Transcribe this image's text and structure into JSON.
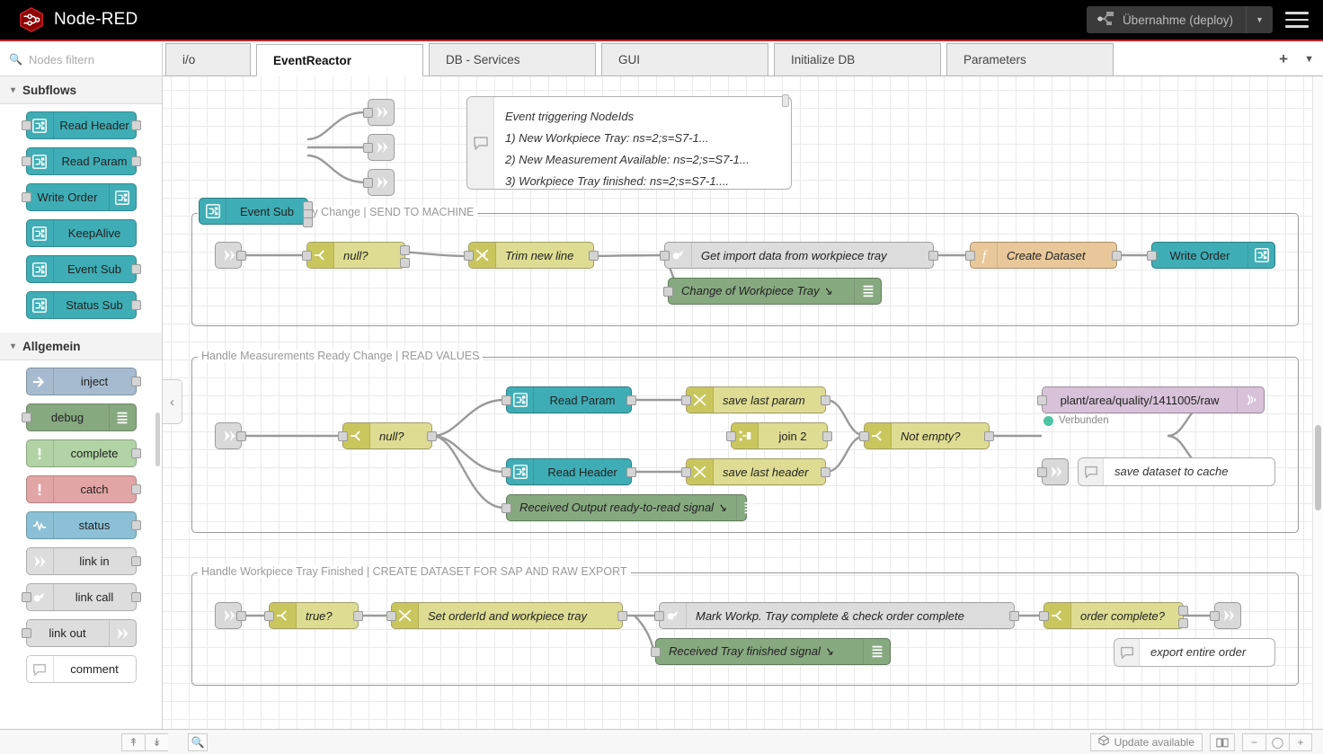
{
  "header": {
    "brand": "Node-RED",
    "logo_icon": "node-red-logo-icon",
    "deploy_label": "Übernahme (deploy)",
    "deploy_icon": "deploy-icon",
    "deploy_caret_icon": "chevron-down-icon",
    "menu_icon": "hamburger-menu-icon"
  },
  "palette": {
    "search_placeholder": "Nodes filtern",
    "search_icon": "search-icon",
    "categories": [
      {
        "name": "Subflows",
        "chevron_icon": "chevron-down-icon",
        "nodes": [
          {
            "label": "Read Header",
            "icon": "subflow-icon",
            "color": "#3FADB5",
            "icon_side": "left",
            "in": true,
            "out": true
          },
          {
            "label": "Read Param",
            "icon": "subflow-icon",
            "color": "#3FADB5",
            "icon_side": "left",
            "in": true,
            "out": true
          },
          {
            "label": "Write Order",
            "icon": "subflow-icon",
            "color": "#3FADB5",
            "icon_side": "right",
            "in": true,
            "out": false
          },
          {
            "label": "KeepAlive",
            "icon": "subflow-icon",
            "color": "#3FADB5",
            "icon_side": "left",
            "in": false,
            "out": false
          },
          {
            "label": "Event Sub",
            "icon": "subflow-icon",
            "color": "#3FADB5",
            "icon_side": "left",
            "in": false,
            "out": true
          },
          {
            "label": "Status Sub",
            "icon": "subflow-icon",
            "color": "#3FADB5",
            "icon_side": "left",
            "in": false,
            "out": true
          }
        ]
      },
      {
        "name": "Allgemein",
        "chevron_icon": "chevron-down-icon",
        "nodes": [
          {
            "label": "inject",
            "icon": "inject-arrow-icon",
            "color": "#A6BBCF",
            "icon_side": "left",
            "in": false,
            "out": true
          },
          {
            "label": "debug",
            "icon": "debug-lines-icon",
            "color": "#87A980",
            "icon_side": "right",
            "in": true,
            "out": false
          },
          {
            "label": "complete",
            "icon": "exclamation-icon",
            "color": "#B1D3A5",
            "icon_side": "left",
            "in": false,
            "out": true
          },
          {
            "label": "catch",
            "icon": "exclamation-icon",
            "color": "#E2A5A5",
            "icon_side": "left",
            "in": false,
            "out": true
          },
          {
            "label": "status",
            "icon": "pulse-icon",
            "color": "#8BC0D6",
            "icon_side": "left",
            "in": false,
            "out": true
          },
          {
            "label": "link in",
            "icon": "link-icon",
            "color": "#DDDDDD",
            "icon_side": "left",
            "in": false,
            "out": true
          },
          {
            "label": "link call",
            "icon": "link-call-icon",
            "color": "#DDDDDD",
            "icon_side": "left",
            "in": true,
            "out": true
          },
          {
            "label": "link out",
            "icon": "link-icon",
            "color": "#DDDDDD",
            "icon_side": "right",
            "in": true,
            "out": false
          },
          {
            "label": "comment",
            "icon": "comment-icon",
            "color": "#FFFFFF",
            "icon_side": "left",
            "in": false,
            "out": false
          }
        ]
      }
    ]
  },
  "tabs": {
    "items": [
      {
        "label": "i/o",
        "active": false
      },
      {
        "label": "EventReactor",
        "active": true
      },
      {
        "label": "DB - Services",
        "active": false
      },
      {
        "label": "GUI",
        "active": false
      },
      {
        "label": "Initialize DB",
        "active": false
      },
      {
        "label": "Parameters",
        "active": false
      }
    ],
    "add_icon": "plus-icon",
    "more_icon": "chevron-down-icon"
  },
  "canvas": {
    "collapse_icon": "chevron-left-icon",
    "event_sub_node": {
      "label": "Event Sub",
      "icon": "subflow-icon"
    },
    "comment_top": {
      "icon": "comment-icon",
      "lines": [
        "Event triggering NodeIds",
        "1) New Workpiece Tray: ns=2;s=S7-1...",
        "2) New Measurement Available: ns=2;s=S7-1...",
        "3) Workpiece Tray finished: ns=2;s=S7-1...."
      ]
    },
    "groups": [
      {
        "title": "Handle Workpiece Tray Change | SEND TO MACHINE",
        "nodes": [
          {
            "label": "null?",
            "icon": "switch-icon",
            "type": "switch"
          },
          {
            "label": "Trim new line",
            "icon": "change-icon",
            "type": "change"
          },
          {
            "label": "Get import data from workpiece tray",
            "icon": "link-call-icon",
            "type": "link-call"
          },
          {
            "label": "Create Dataset",
            "icon": "function-icon",
            "type": "function"
          },
          {
            "label": "Write Order",
            "icon": "subflow-icon",
            "type": "subflow"
          },
          {
            "label": "Change of Workpiece Tray",
            "icon": "debug-lines-icon",
            "type": "debug"
          }
        ]
      },
      {
        "title": "Handle Measurements Ready Change | READ VALUES",
        "nodes": [
          {
            "label": "null?",
            "icon": "switch-icon",
            "type": "switch"
          },
          {
            "label": "Read Param",
            "icon": "subflow-icon",
            "type": "subflow"
          },
          {
            "label": "Read Header",
            "icon": "subflow-icon",
            "type": "subflow"
          },
          {
            "label": "save last param",
            "icon": "change-icon",
            "type": "change"
          },
          {
            "label": "save last header",
            "icon": "change-icon",
            "type": "change"
          },
          {
            "label": "join 2",
            "icon": "join-icon",
            "type": "join"
          },
          {
            "label": "Not empty?",
            "icon": "switch-icon",
            "type": "switch"
          },
          {
            "label": "plant/area/quality/1411005/raw",
            "icon": "mqtt-icon",
            "type": "mqtt-out",
            "status": "Verbunden",
            "status_color": "#4ec2a2"
          },
          {
            "label": "save dataset to cache",
            "icon": "comment-icon",
            "type": "comment"
          },
          {
            "label": "Received Output ready-to-read signal",
            "icon": "debug-lines-icon",
            "type": "debug"
          }
        ]
      },
      {
        "title": "Handle Workpiece Tray Finished | CREATE DATASET FOR SAP AND RAW EXPORT",
        "nodes": [
          {
            "label": "true?",
            "icon": "switch-icon",
            "type": "switch"
          },
          {
            "label": "Set orderId and workpiece tray",
            "icon": "change-icon",
            "type": "change"
          },
          {
            "label": "Mark Workp. Tray complete & check order complete",
            "icon": "link-call-icon",
            "type": "link-call"
          },
          {
            "label": "order complete?",
            "icon": "switch-icon",
            "type": "switch"
          },
          {
            "label": "Received Tray finished signal",
            "icon": "debug-lines-icon",
            "type": "debug"
          },
          {
            "label": "export entire order",
            "icon": "comment-icon",
            "type": "comment"
          }
        ]
      }
    ]
  },
  "footer": {
    "collapse_up_icon": "double-chevron-up-icon",
    "collapse_down_icon": "double-chevron-down-icon",
    "search_icon": "search-icon",
    "update_label": "Update available",
    "update_icon": "cube-icon",
    "book_icon": "book-icon",
    "zoom_out_icon": "minus-icon",
    "zoom_reset_icon": "circle-icon",
    "zoom_in_icon": "plus-icon"
  },
  "colors": {
    "brand_red": "#c1252a",
    "teal": "#3FADB5",
    "yellow": "#DEDC92",
    "yellow_dark": "#C9C65E",
    "green": "#87A980",
    "orange": "#E8C89A",
    "purple": "#D7C2D9",
    "grey": "#D9D9D9"
  }
}
